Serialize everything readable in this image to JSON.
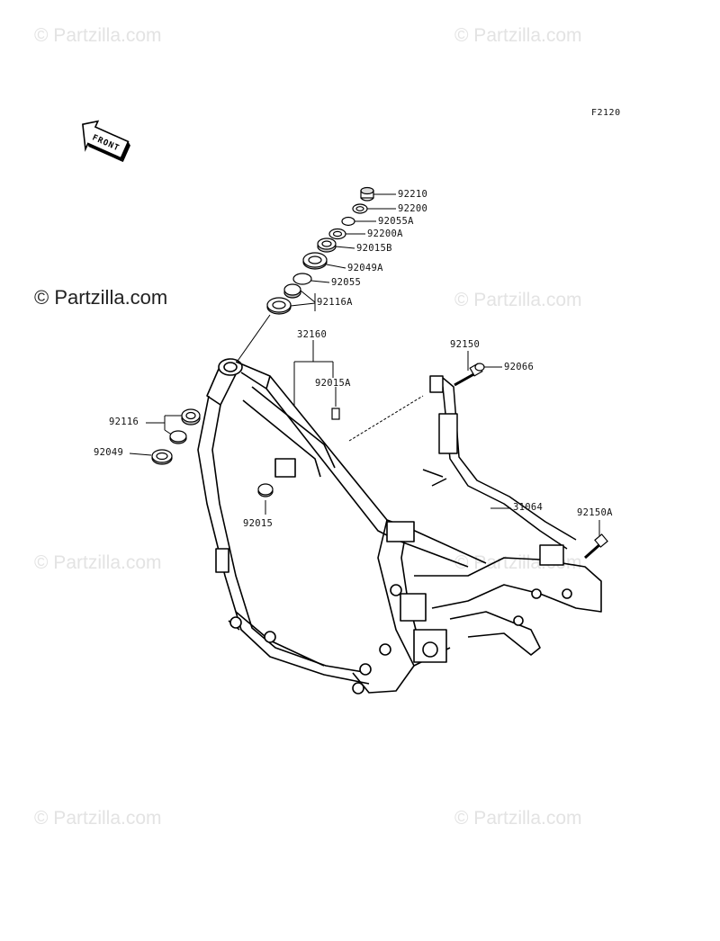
{
  "watermark": {
    "text": "© Partzilla.com",
    "copyright_symbol": "©",
    "brand": "Partzilla.com"
  },
  "figure_ref": "F2120",
  "front_arrow_label": "FRONT",
  "parts": {
    "p92210": "92210",
    "p92200": "92200",
    "p92055A": "92055A",
    "p92200A": "92200A",
    "p92015B": "92015B",
    "p92049A": "92049A",
    "p92055": "92055",
    "p92116A": "92116A",
    "p32160": "32160",
    "p92015A": "92015A",
    "p92150": "92150",
    "p92066": "92066",
    "p92116": "92116",
    "p92049": "92049",
    "p92015": "92015",
    "p31064": "31064",
    "p92150A": "92150A"
  }
}
